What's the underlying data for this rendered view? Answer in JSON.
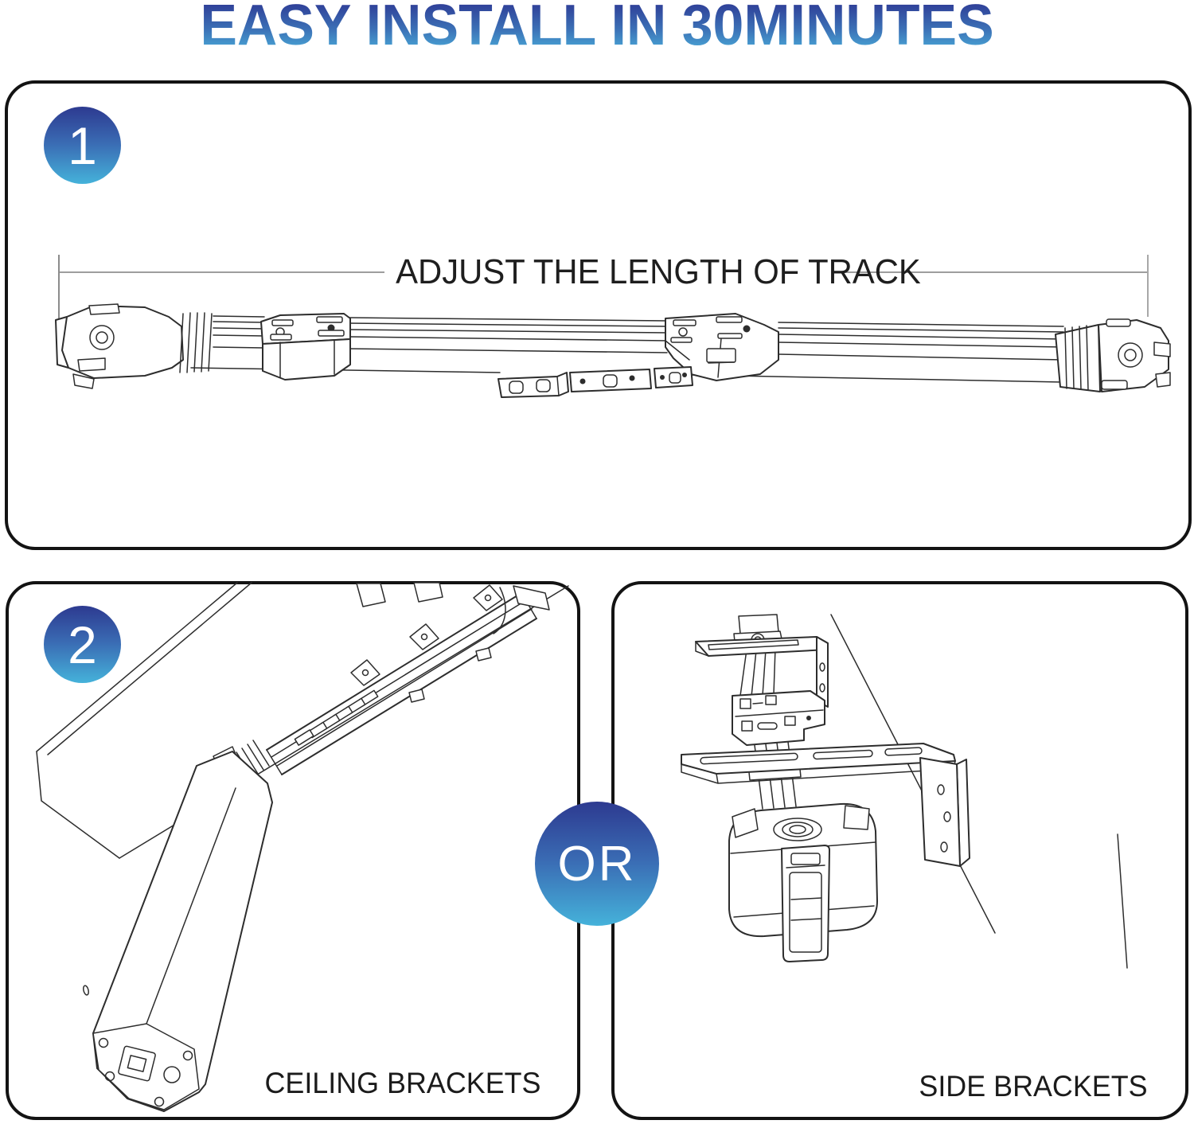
{
  "title": {
    "text": "EASY INSTALL IN 30MINUTES"
  },
  "colors": {
    "accent_gradient_top": "#2b2f8e",
    "accent_gradient_bottom": "#4db5de",
    "line_art": "#2d2d2d",
    "measure_line": "#9e9e9e",
    "text": "#1b1b1b"
  },
  "step1": {
    "badge": "1",
    "annotation": "ADJUST THE LENGTH OF TRACK",
    "illustration": "telescopic-curtain-track"
  },
  "step2": {
    "badge": "2",
    "or_label": "OR",
    "options": [
      {
        "caption": "CEILING BRACKETS",
        "illustration": "track-mounted-to-ceiling"
      },
      {
        "caption": "SIDE BRACKETS",
        "illustration": "track-mounted-to-wall"
      }
    ]
  }
}
